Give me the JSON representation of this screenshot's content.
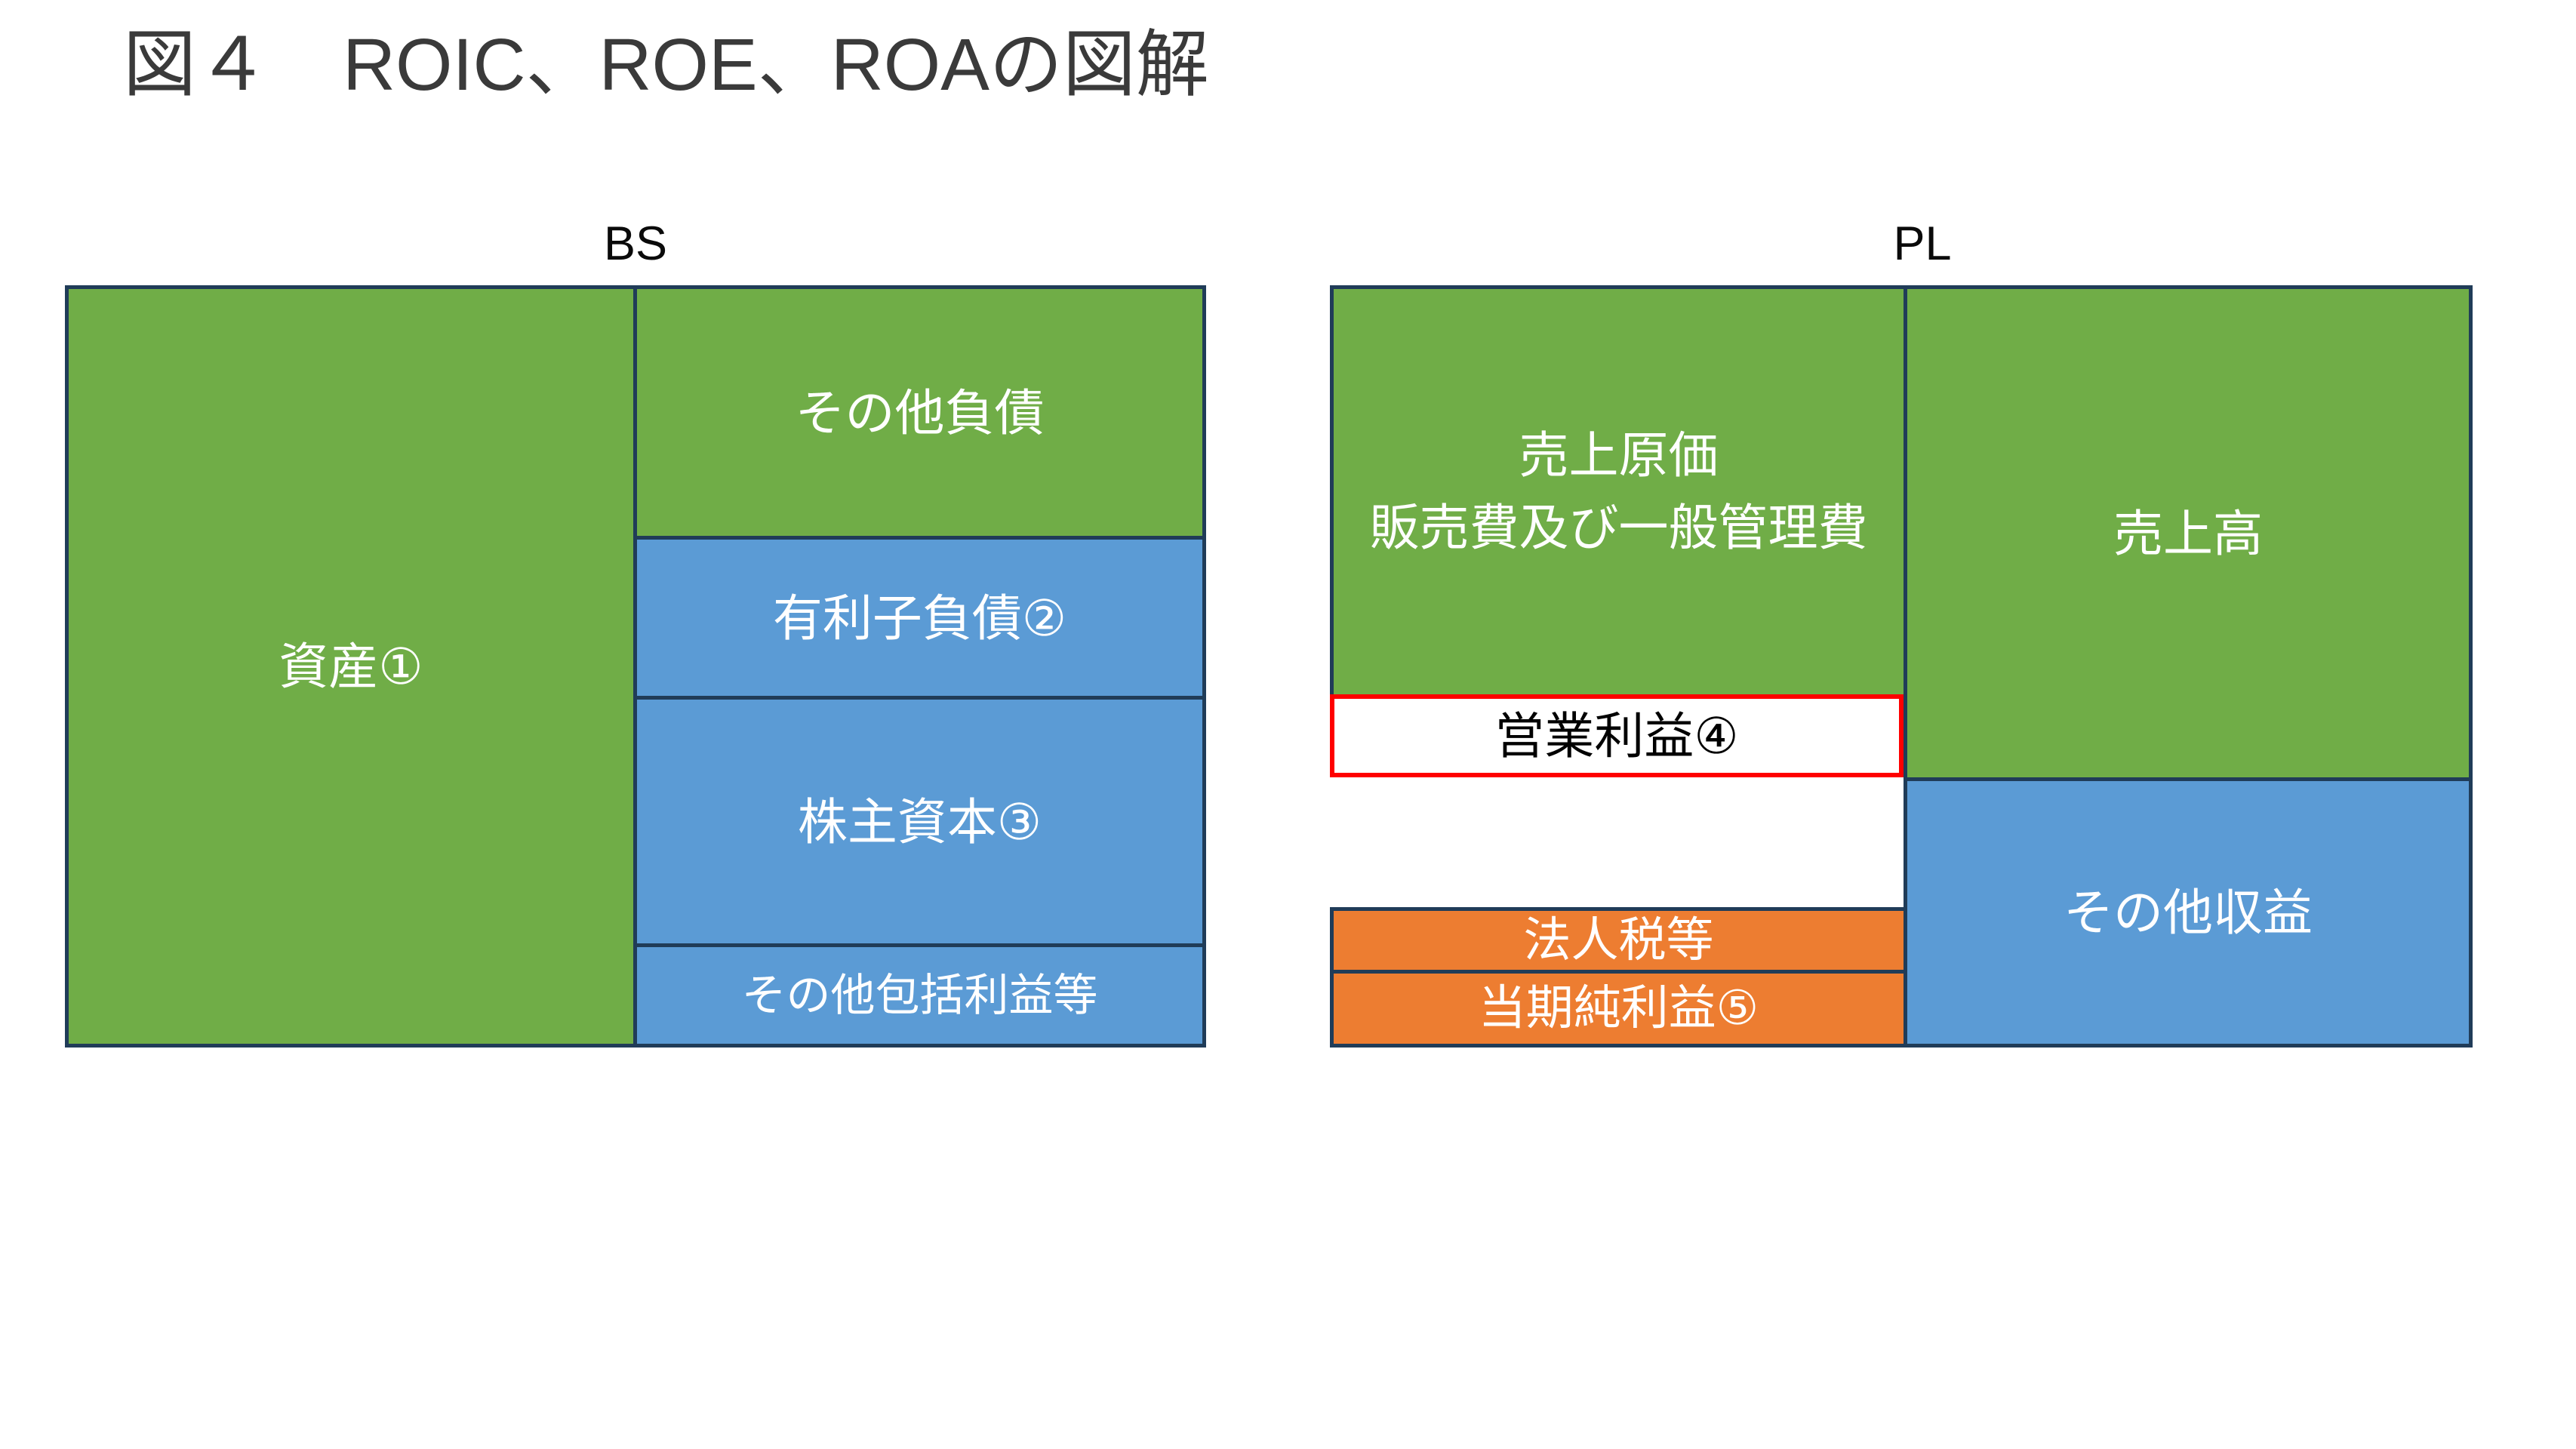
{
  "title": {
    "text": "図４　ROIC、ROE、ROAの図解"
  },
  "colors": {
    "green_fill": "#70AD47",
    "blue_fill": "#5B9BD5",
    "orange_fill": "#ED7D31",
    "box_border": "#203C58",
    "highlight_border": "#FF0000",
    "title_text": "#3A3A3A",
    "cell_text": "#FFFFFF",
    "highlight_text": "#000000"
  },
  "bs": {
    "label": "BS",
    "cells": {
      "assets": "資産①",
      "other_liabilities": "その他負債",
      "interest_bearing_debt": "有利子負債②",
      "shareholders_equity": "株主資本③",
      "other_comprehensive_income": "その他包括利益等"
    }
  },
  "pl": {
    "label": "PL",
    "cells": {
      "cogs_line1": "売上原価",
      "cogs_line2": "販売費及び一般管理費",
      "operating_profit": "営業利益④",
      "corporate_tax": "法人税等",
      "net_income": "当期純利益⑤",
      "revenue": "売上高",
      "other_income": "その他収益"
    }
  }
}
